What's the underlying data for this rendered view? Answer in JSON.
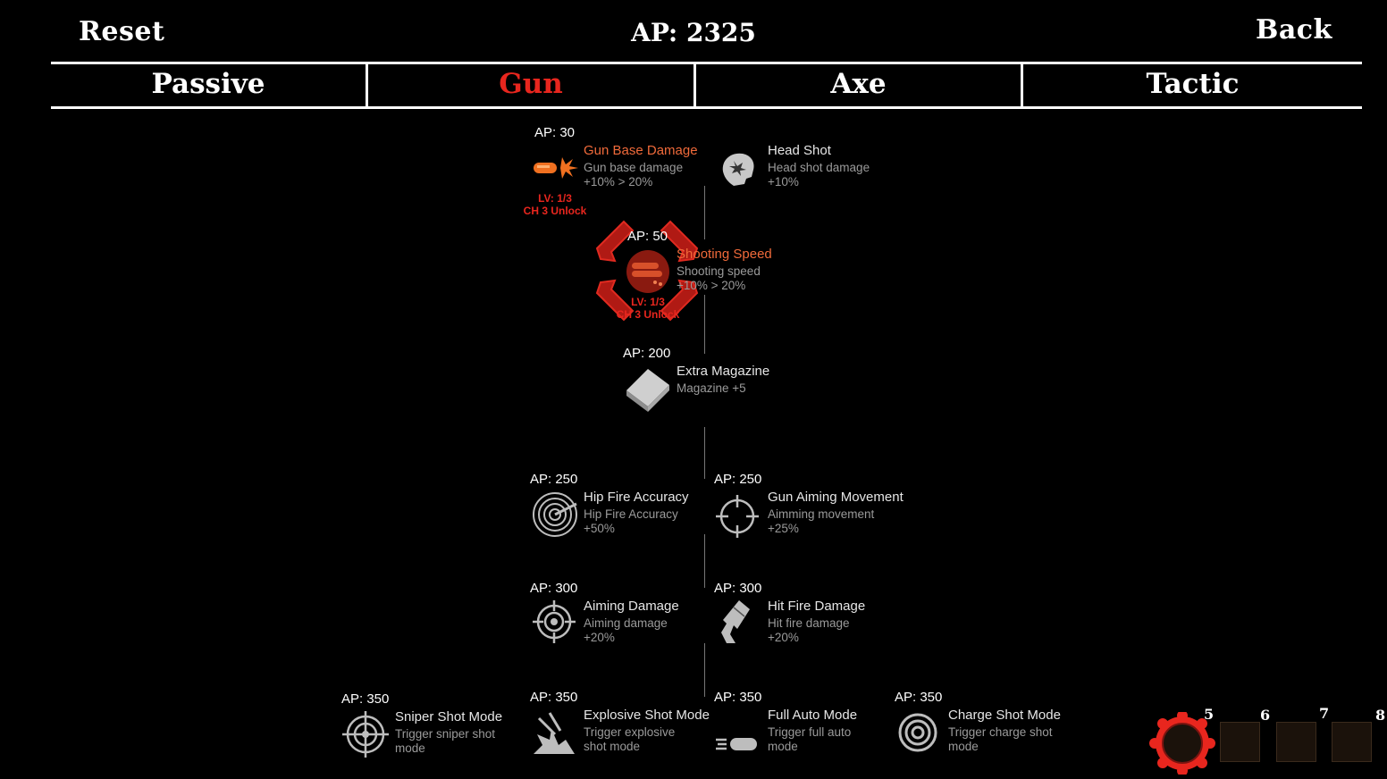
{
  "header": {
    "reset_label": "Reset",
    "ap_total": "AP: 2325",
    "back_label": "Back"
  },
  "tabs": [
    {
      "label": "Passive",
      "active": false
    },
    {
      "label": "Gun",
      "active": true
    },
    {
      "label": "Axe",
      "active": false
    },
    {
      "label": "Tactic",
      "active": false
    }
  ],
  "skills": {
    "gun_base_damage": {
      "cost": "AP: 30",
      "name": "Gun Base Damage",
      "desc1": "Gun base damage",
      "desc2": "+10% > 20%",
      "lv": "LV: 1/3",
      "unlock": "CH 3 Unlock",
      "icon": "bullet-impact-icon"
    },
    "head_shot": {
      "cost": "",
      "name": "Head Shot",
      "desc1": "Head shot damage",
      "desc2": "+10%",
      "icon": "head-shot-icon"
    },
    "shooting_speed": {
      "cost": "AP: 50",
      "name": "Shooting Speed",
      "desc1": "Shooting speed",
      "desc2": "+10% > 20%",
      "lv": "LV: 1/3",
      "unlock": "CH 3 Unlock",
      "icon": "bullets-icon"
    },
    "extra_magazine": {
      "cost": "AP: 200",
      "name": "Extra Magazine",
      "desc1": "Magazine +5",
      "desc2": "",
      "icon": "magazine-icon"
    },
    "hip_fire_accuracy": {
      "cost": "AP: 250",
      "name": "Hip Fire Accuracy",
      "desc1": "Hip Fire Accuracy",
      "desc2": "+50%",
      "icon": "radar-icon"
    },
    "gun_aiming_movement": {
      "cost": "AP: 250",
      "name": "Gun Aiming Movement",
      "desc1": "Aimming movement",
      "desc2": "+25%",
      "icon": "crosshair-icon"
    },
    "aiming_damage": {
      "cost": "AP: 300",
      "name": "Aiming Damage",
      "desc1": "Aiming damage",
      "desc2": "+20%",
      "icon": "target-icon"
    },
    "hit_fire_damage": {
      "cost": "AP: 300",
      "name": "Hit Fire Damage",
      "desc1": "Hit fire damage",
      "desc2": "+20%",
      "icon": "pistol-icon"
    },
    "sniper_shot_mode": {
      "cost": "AP: 350",
      "name": "Sniper Shot Mode",
      "desc1": "Trigger sniper shot",
      "desc2": "mode",
      "icon": "scope-icon"
    },
    "explosive_shot_mode": {
      "cost": "AP: 350",
      "name": "Explosive Shot Mode",
      "desc1": "Trigger explosive",
      "desc2": "shot mode",
      "icon": "explosion-icon"
    },
    "full_auto_mode": {
      "cost": "AP: 350",
      "name": "Full Auto Mode",
      "desc1": "Trigger full auto",
      "desc2": "mode",
      "icon": "speed-bullet-icon"
    },
    "charge_shot_mode": {
      "cost": "AP: 350",
      "name": "Charge Shot Mode",
      "desc1": "Trigger charge shot",
      "desc2": "mode",
      "icon": "rings-icon"
    }
  },
  "slots": [
    "5",
    "6",
    "7",
    "8"
  ],
  "colors": {
    "accent_red": "#e8261e",
    "unlocked_orange": "#f06a3a",
    "background": "#000000"
  }
}
